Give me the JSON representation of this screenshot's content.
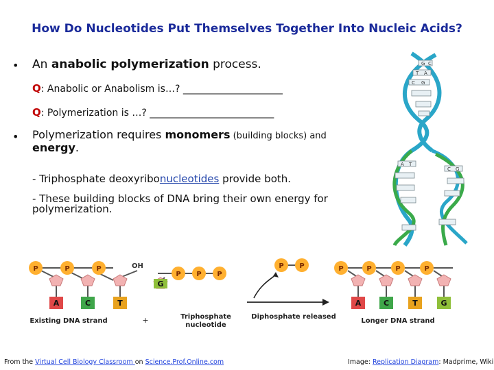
{
  "title": "How Do Nucleotides Put Themselves Together Into Nucleic Acids?",
  "bullet1": {
    "marker": "•",
    "pre": "An ",
    "bold": "anabolic polymerization",
    "post": " process."
  },
  "q1": {
    "key": "Q",
    "text": ": Anabolic or Anabolism is…? ",
    "blank": "________________________"
  },
  "q2": {
    "key": "Q",
    "text": ": Polymerization is …? ",
    "blank": "______________________________"
  },
  "bullet2": {
    "marker": "•",
    "pre": "Polymerization requires ",
    "bold1": "monomers",
    "mid": " (building blocks) and",
    "bold2": "energy",
    "post": "."
  },
  "sub1": {
    "pre": "- Triphosphate deoxyribo",
    "link": "nucleotides",
    "post": " provide both."
  },
  "sub2": {
    "line1": "- These building blocks of DNA bring their own energy for",
    "line2": "polymerization."
  },
  "diagram": {
    "p": "P",
    "oh": "OH",
    "bases": [
      "A",
      "C",
      "T",
      "G",
      "A",
      "C",
      "T",
      "G"
    ],
    "existing_label": "Existing DNA strand",
    "plus": "+",
    "triphosphate_label": [
      "Triphosphate",
      "nucleotide"
    ],
    "diphosphate_label": "Diphosphate released",
    "longer_label": "Longer DNA strand",
    "helix_bases": [
      "G",
      "C",
      "T",
      "A",
      "C",
      "G",
      "A",
      "T",
      "C",
      "G"
    ]
  },
  "footer_left": {
    "pre": "From the ",
    "link1": "Virtual Cell Biology Classroom ",
    "mid": "on ",
    "link2": "Science.Prof.Online.com"
  },
  "footer_right": {
    "pre": "Image: ",
    "link": "Replication Diagram",
    "post": ": Madprime, Wiki"
  },
  "colors": {
    "title": "#1a2a9a",
    "q": "#c00000",
    "phosphate": "#ffb030",
    "sugar": "#f2b2b2",
    "base_A": "#e04848",
    "base_C": "#3fa64a",
    "base_T": "#e8a21e",
    "base_G": "#8fbf3a",
    "helix_blue": "#2aa6c8",
    "helix_green": "#3aaa4a"
  }
}
